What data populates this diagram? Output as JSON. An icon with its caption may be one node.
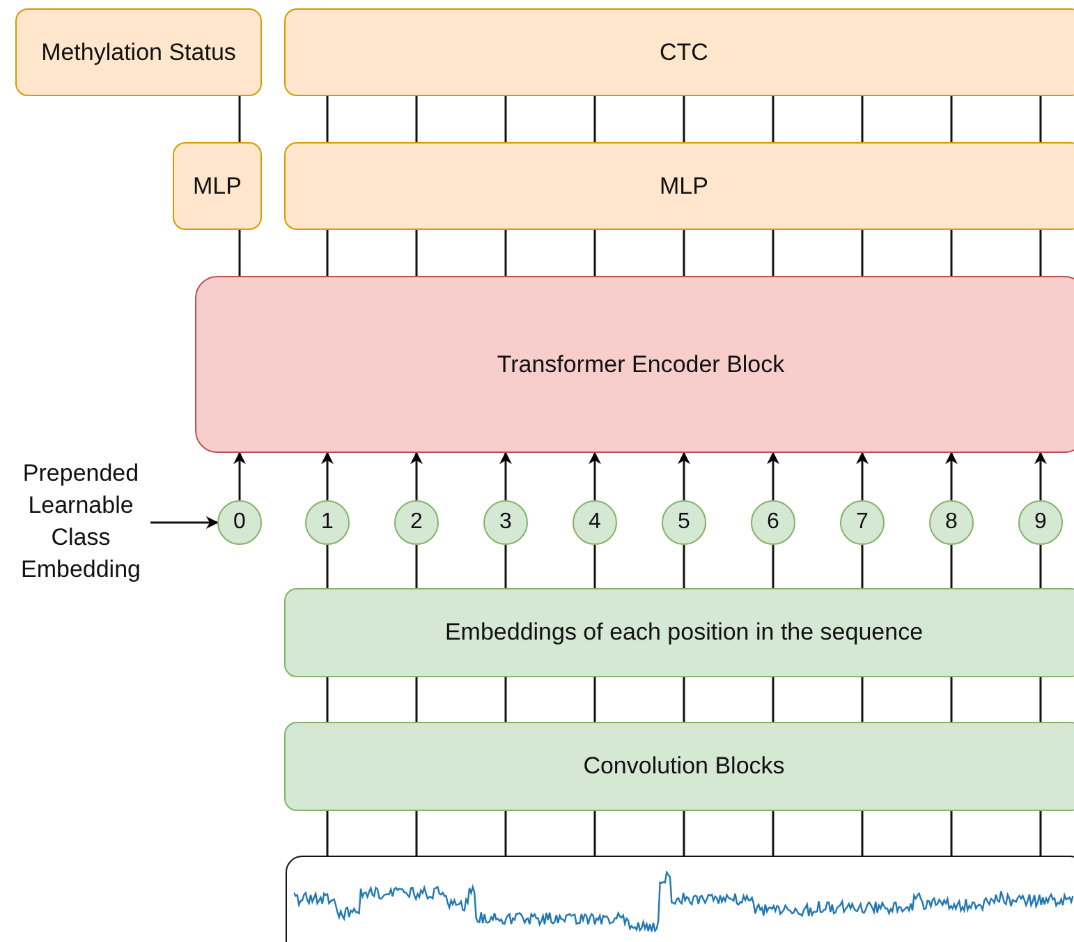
{
  "diagram": {
    "nodes": [
      {
        "text": [
          "Methylation Status"
        ]
      },
      {
        "text": [
          "CTC"
        ]
      },
      {
        "text": [
          "MLP"
        ]
      },
      {
        "text": [
          "MLP"
        ]
      },
      {
        "text": [
          "Transformer Encoder Block"
        ]
      },
      {
        "text": [
          "Prepended Learnable Class Embedding"
        ]
      },
      {
        "text": [
          "0"
        ]
      },
      {
        "text": [
          "1"
        ]
      },
      {
        "text": [
          "2"
        ]
      },
      {
        "text": [
          "3"
        ]
      },
      {
        "text": [
          "4"
        ]
      },
      {
        "text": [
          "5"
        ]
      },
      {
        "text": [
          "6"
        ]
      },
      {
        "text": [
          "7"
        ]
      },
      {
        "text": [
          "8"
        ]
      },
      {
        "text": [
          "9"
        ]
      },
      {
        "text": [
          "Embeddings of each position in the sequence"
        ]
      },
      {
        "text": [
          "Convolution Blocks"
        ]
      },
      {
        "text": [],
        "shape": "picture"
      }
    ],
    "edges": [
      {
        "from": 2,
        "to": 0,
        "arrow": "none"
      },
      {
        "from": 3,
        "to": 1,
        "arrow": "none"
      },
      {
        "from": 3,
        "to": 1,
        "arrow": "none"
      },
      {
        "from": 3,
        "to": 1,
        "arrow": "none"
      },
      {
        "from": 3,
        "to": 1,
        "arrow": "none"
      },
      {
        "from": 3,
        "to": 1,
        "arrow": "none"
      },
      {
        "from": 3,
        "to": 1,
        "arrow": "none"
      },
      {
        "from": 3,
        "to": 1,
        "arrow": "none"
      },
      {
        "from": 3,
        "to": 1,
        "arrow": "none"
      },
      {
        "from": 3,
        "to": 1,
        "arrow": "none"
      },
      {
        "from": 4,
        "to": 2,
        "arrow": "none"
      },
      {
        "from": 4,
        "to": 3,
        "arrow": "none"
      },
      {
        "from": 4,
        "to": 3,
        "arrow": "none"
      },
      {
        "from": 4,
        "to": 3,
        "arrow": "none"
      },
      {
        "from": 4,
        "to": 3,
        "arrow": "none"
      },
      {
        "from": 4,
        "to": 3,
        "arrow": "none"
      },
      {
        "from": 4,
        "to": 3,
        "arrow": "none"
      },
      {
        "from": 4,
        "to": 3,
        "arrow": "none"
      },
      {
        "from": 4,
        "to": 3,
        "arrow": "none"
      },
      {
        "from": 4,
        "to": 3,
        "arrow": "none"
      },
      {
        "from": 6,
        "to": 4,
        "arrow": "to"
      },
      {
        "from": 7,
        "to": 4,
        "arrow": "to"
      },
      {
        "from": 8,
        "to": 4,
        "arrow": "to"
      },
      {
        "from": 9,
        "to": 4,
        "arrow": "to"
      },
      {
        "from": 10,
        "to": 4,
        "arrow": "to"
      },
      {
        "from": 11,
        "to": 4,
        "arrow": "to"
      },
      {
        "from": 12,
        "to": 4,
        "arrow": "to"
      },
      {
        "from": 13,
        "to": 4,
        "arrow": "to"
      },
      {
        "from": 14,
        "to": 4,
        "arrow": "to"
      },
      {
        "from": 15,
        "to": 4,
        "arrow": "to"
      },
      {
        "from": 5,
        "to": 6,
        "arrow": "to"
      },
      {
        "from": 16,
        "to": 7,
        "arrow": "none"
      },
      {
        "from": 16,
        "to": 8,
        "arrow": "none"
      },
      {
        "from": 16,
        "to": 9,
        "arrow": "none"
      },
      {
        "from": 16,
        "to": 10,
        "arrow": "none"
      },
      {
        "from": 16,
        "to": 11,
        "arrow": "none"
      },
      {
        "from": 16,
        "to": 12,
        "arrow": "none"
      },
      {
        "from": 16,
        "to": 13,
        "arrow": "none"
      },
      {
        "from": 16,
        "to": 14,
        "arrow": "none"
      },
      {
        "from": 16,
        "to": 15,
        "arrow": "none"
      },
      {
        "from": 17,
        "to": 16,
        "arrow": "none"
      },
      {
        "from": 17,
        "to": 16,
        "arrow": "none"
      },
      {
        "from": 17,
        "to": 16,
        "arrow": "none"
      },
      {
        "from": 17,
        "to": 16,
        "arrow": "none"
      },
      {
        "from": 17,
        "to": 16,
        "arrow": "none"
      },
      {
        "from": 17,
        "to": 16,
        "arrow": "none"
      },
      {
        "from": 17,
        "to": 16,
        "arrow": "none"
      },
      {
        "from": 17,
        "to": 16,
        "arrow": "none"
      },
      {
        "from": 17,
        "to": 16,
        "arrow": "none"
      },
      {
        "from": 18,
        "to": 17,
        "arrow": "none"
      },
      {
        "from": 18,
        "to": 17,
        "arrow": "none"
      },
      {
        "from": 18,
        "to": 17,
        "arrow": "none"
      },
      {
        "from": 18,
        "to": 17,
        "arrow": "none"
      },
      {
        "from": 18,
        "to": 17,
        "arrow": "none"
      },
      {
        "from": 18,
        "to": 17,
        "arrow": "none"
      },
      {
        "from": 18,
        "to": 17,
        "arrow": "none"
      },
      {
        "from": 18,
        "to": 17,
        "arrow": "none"
      },
      {
        "from": 18,
        "to": 17,
        "arrow": "none"
      }
    ]
  }
}
